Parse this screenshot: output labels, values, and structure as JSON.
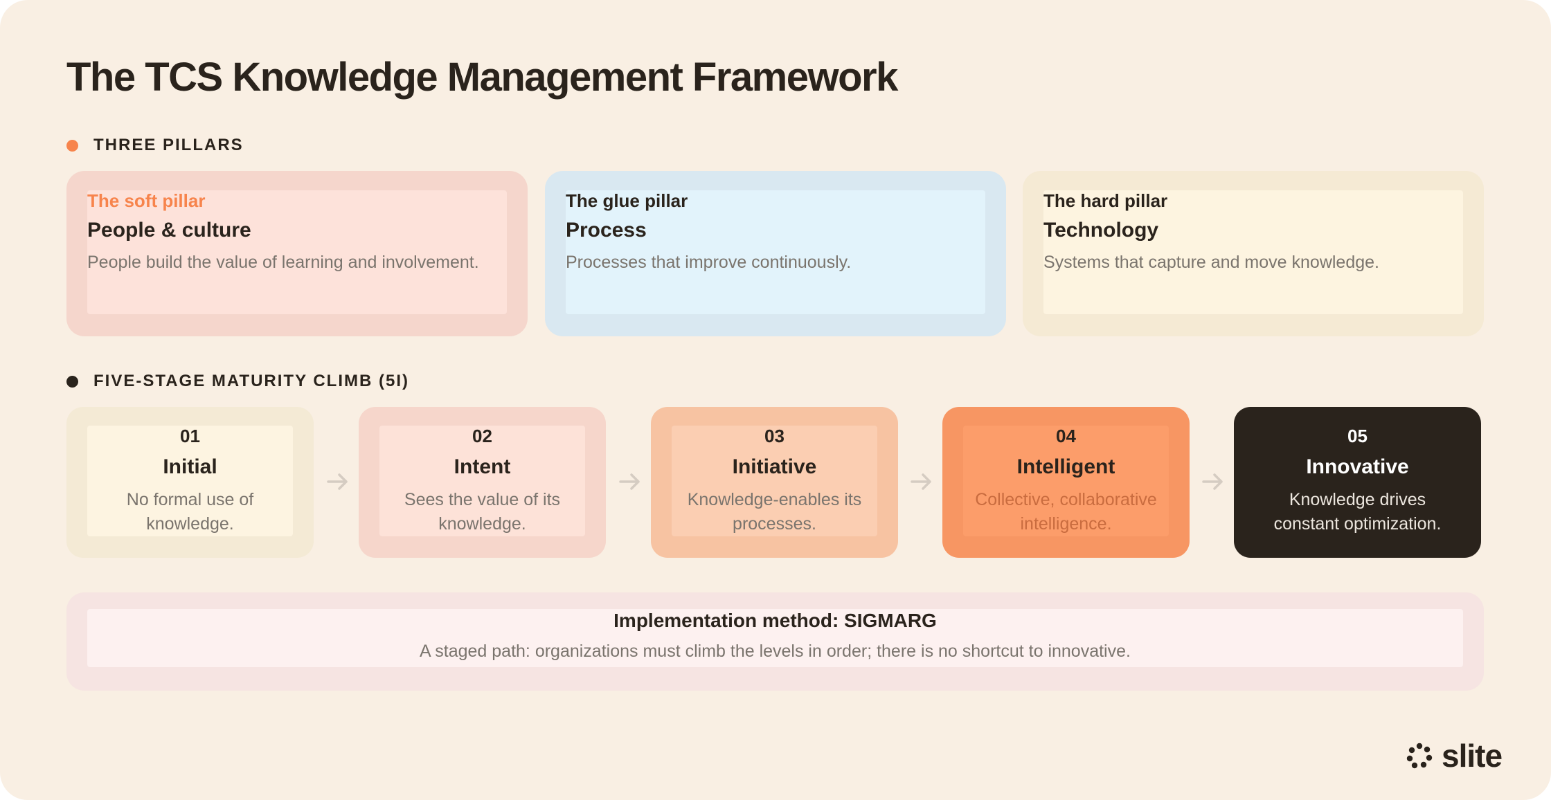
{
  "title": "The TCS Knowledge Management Framework",
  "sections": {
    "pillars_label": "THREE PILLARS",
    "stages_label": "FIVE-STAGE MATURITY CLIMB (5I)"
  },
  "colors": {
    "accent_orange": "#f7844c",
    "dark": "#2a231c"
  },
  "pillars": [
    {
      "tag": "The soft pillar",
      "title": "People & culture",
      "desc": "People build the value of learning and involvement."
    },
    {
      "tag": "The glue pillar",
      "title": "Process",
      "desc": "Processes that improve continuously."
    },
    {
      "tag": "The hard pillar",
      "title": "Technology",
      "desc": "Systems that capture and move knowledge."
    }
  ],
  "stages": [
    {
      "num": "01",
      "title": "Initial",
      "desc": "No formal use of knowledge."
    },
    {
      "num": "02",
      "title": "Intent",
      "desc": "Sees the value of its knowledge."
    },
    {
      "num": "03",
      "title": "Initiative",
      "desc": "Knowledge-enables its processes."
    },
    {
      "num": "04",
      "title": "Intelligent",
      "desc": "Collective, collaborative intelligence."
    },
    {
      "num": "05",
      "title": "Innovative",
      "desc": "Knowledge drives constant optimization."
    }
  ],
  "arrow_icon": "arrow-right-icon",
  "method": {
    "title": "Implementation method: SIGMARG",
    "desc": "A staged path: organizations must climb the levels in order; there is no shortcut to innovative."
  },
  "logo": {
    "word": "slite",
    "icon": "slite-logo-icon"
  }
}
